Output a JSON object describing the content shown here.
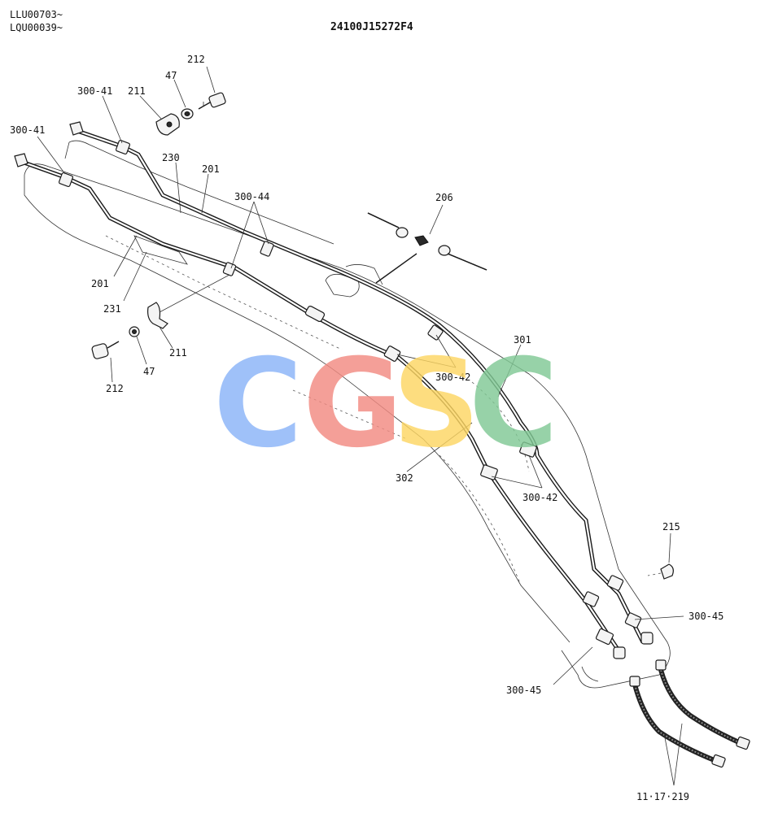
{
  "header": {
    "serial_line_1": "LLU00703~",
    "serial_line_2": "LQU00039~",
    "diagram_code": "24100J15272F4"
  },
  "watermark": {
    "letters": [
      "C",
      "G",
      "S",
      "C"
    ],
    "colors": [
      "#8ab4f8",
      "#f28b82",
      "#fdd663",
      "#81c995"
    ]
  },
  "labels": {
    "l212_top": "212",
    "l47_top": "47",
    "l211_top": "211",
    "l300_41_top": "300-41",
    "l300_41_left": "300-41",
    "l230": "230",
    "l201_top": "201",
    "l300_44": "300-44",
    "l206": "206",
    "l201_mid": "201",
    "l231": "231",
    "l211_bottom": "211",
    "l212_bottom": "212",
    "l47_bottom": "47",
    "l301": "301",
    "l300_42_top": "300-42",
    "l302": "302",
    "l300_42_bottom": "300-42",
    "l215": "215",
    "l300_45_right": "300-45",
    "l300_45_bottom": "300-45",
    "l11_17_219": "11·17·219"
  }
}
